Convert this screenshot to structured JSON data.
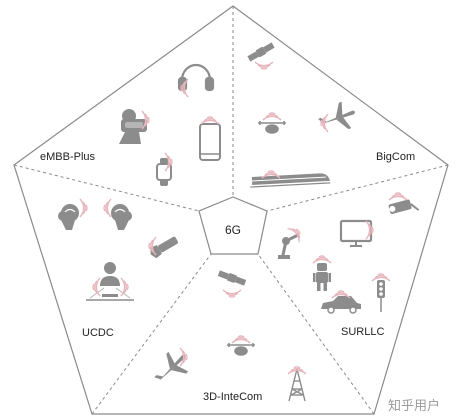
{
  "diagram": {
    "center_label": "6G",
    "segments": [
      {
        "id": "embb",
        "label": "eMBB-Plus"
      },
      {
        "id": "bigcom",
        "label": "BigCom"
      },
      {
        "id": "surllc",
        "label": "SURLLC"
      },
      {
        "id": "intecom",
        "label": "3D-InteCom"
      },
      {
        "id": "ucdc",
        "label": "UCDC"
      }
    ]
  },
  "watermark": "知乎用户",
  "colors": {
    "outline": "#8a8a8a",
    "icon": "#8c8c8c",
    "signal": "#e7b6bd",
    "text": "#222222"
  },
  "icons": [
    "headphones-icon",
    "vr-headset-icon",
    "smartphone-icon",
    "smartwatch-icon",
    "satellite-icon",
    "drone-icon",
    "airplane-icon",
    "high-speed-train-icon",
    "cctv-camera-icon",
    "monitor-icon",
    "robot-arm-icon",
    "humanoid-robot-icon",
    "traffic-light-icon",
    "car-icon",
    "brain-icon",
    "prosthetic-arm-icon",
    "hologram-person-icon",
    "cell-tower-icon"
  ]
}
